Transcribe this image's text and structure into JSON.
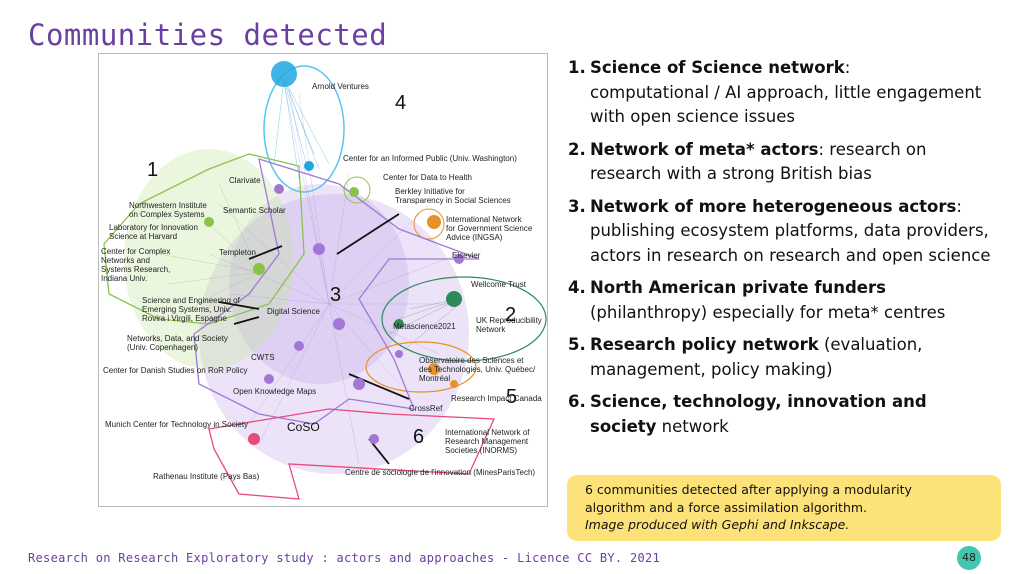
{
  "slide": {
    "title": "Communities detected",
    "footer": "Research on Research Exploratory study : actors and approaches - Licence CC BY. 2021",
    "page_number": "48"
  },
  "graph": {
    "community_numbers": [
      "1",
      "2",
      "3",
      "4",
      "5",
      "6"
    ],
    "coso": "CoSO",
    "labels": {
      "arnold": "Arnold Ventures",
      "informed_public": "Center for an Informed Public (Univ. Washington)",
      "data_health": "Center for Data to Health",
      "berkley_1": "Berkley Initiative for",
      "berkley_2": "Transparency in Social Sciences",
      "ingsa_1": "International Network",
      "ingsa_2": "for Government Science",
      "ingsa_3": "Advice (INGSA)",
      "elsevier": "Elsevier",
      "wellcome": "Wellcome Trust",
      "ukrepro_1": "UK Reproducibility",
      "ukrepro_2": "Network",
      "metascience": "Metascience2021",
      "ost_1": "Observatoire des Sciences et",
      "ost_2": "des Technologies, Univ. Québec/",
      "ost_3": "Montréal",
      "rii_canada": "Research Impact Canada",
      "crossref": "CrossRef",
      "inorms_1": "International Network of",
      "inorms_2": "Research Management",
      "inorms_3": "Societies (INORMS)",
      "csi": "Centre de sociologie de l'innovation (MinesParisTech)",
      "rathenau": "Rathenau Institute (Pays Bas)",
      "munich": "Munich Center for Technology in Society",
      "okm": "Open Knowledge Maps",
      "cwts": "CWTS",
      "danish": "Center for Danish Studies on RoR Policy",
      "nds_1": "Networks, Data, and Society",
      "nds_2": "(Univ. Copenhagen)",
      "digital_science": "Digital Science",
      "seeds_1": "Science and Engineering of",
      "seeds_2": "Emerging Systems, Univ.",
      "seeds_3": "Rovira i Virgili, Espagne",
      "ccn_1": "Center for Complex",
      "ccn_2": "Networks and",
      "ccn_3": "Systems Research,",
      "ccn_4": "Indiana Univ.",
      "templeton": "Templeton",
      "lish_1": "Laboratory for Innovation",
      "lish_2": "Science at Harvard",
      "nico_1": "Northwestern Institute",
      "nico_2": "on Complex Systems",
      "semantic": "Semantic Scholar",
      "clarivate": "Clarivate"
    }
  },
  "list": [
    {
      "num": "1.",
      "bold": "Science of Science network",
      "rest_line1": ":",
      "rest": "computational / AI approach, little engagement with open science issues"
    },
    {
      "num": "2.",
      "bold": "Network of meta* actors",
      "rest_line1": ": research on",
      "rest": "research with a strong British bias"
    },
    {
      "num": "3.",
      "bold": "Network of more heterogeneous actors",
      "rest_line1": ":",
      "rest": "publishing ecosystem platforms, data providers, actors in research on research and open science"
    },
    {
      "num": "4.",
      "bold": "North American private funders",
      "rest_line1": "",
      "rest": "(philanthropy) especially for meta* centres"
    },
    {
      "num": "5.",
      "bold": "Research policy network",
      "rest_line1": " (evaluation,",
      "rest": "management, policy making)"
    },
    {
      "num": "6.",
      "bold": "Science, technology, innovation and society",
      "rest_line1": "",
      "rest": " network"
    }
  ],
  "note": {
    "line1": "6 communities detected after applying a modularity",
    "line2": "algorithm and a force assimilation algorithm.",
    "line3": "Image produced with Gephi and Inkscape."
  },
  "colors": {
    "title": "#6a3fa0",
    "community_1": "#8bc34a",
    "community_2": "#2e8b57",
    "community_3": "#a277d6",
    "community_4": "#1ea7e0",
    "community_5": "#e8902a",
    "community_6": "#e64b7a",
    "note_bg": "#fde27a",
    "page_badge": "#43c6b0"
  }
}
